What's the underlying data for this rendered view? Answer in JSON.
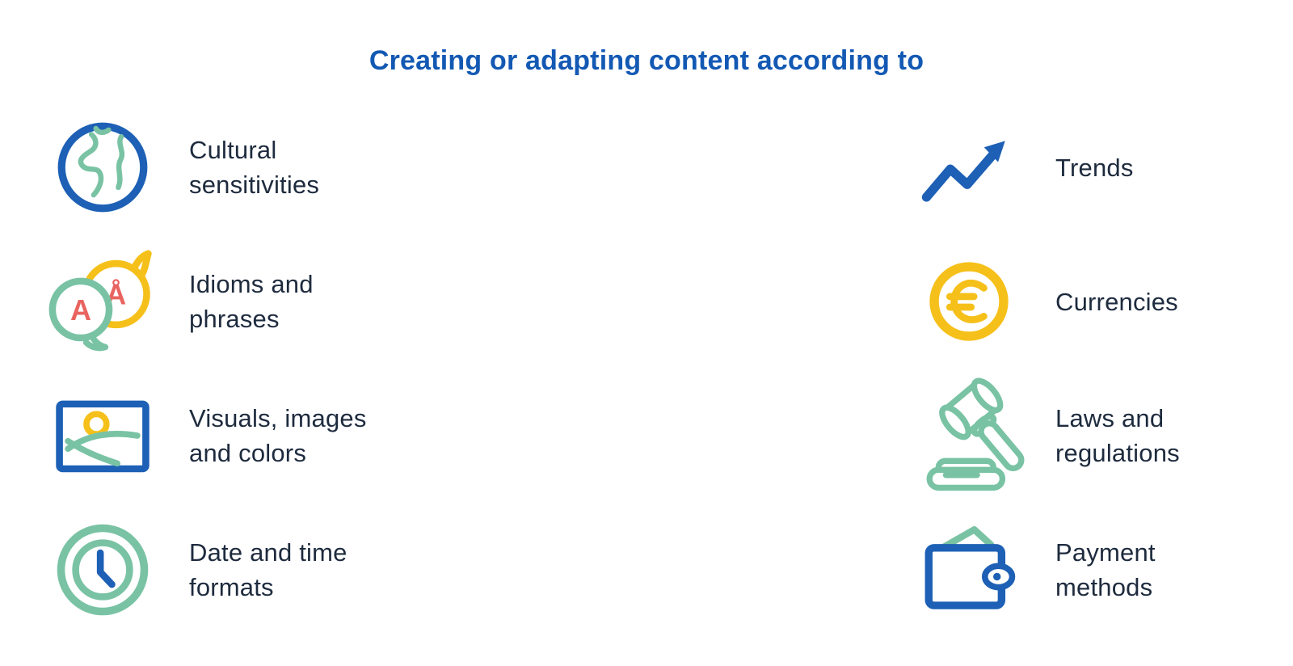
{
  "title": "Creating or adapting content according to",
  "colors": {
    "title_blue": "#1359b4",
    "icon_blue": "#1d60b5",
    "teal": "#79c3a4",
    "yellow": "#f6c01a",
    "coral": "#e96460",
    "text_navy": "#1e2b3e",
    "background": "#ffffff"
  },
  "left_column": {
    "items": [
      {
        "icon": "globe-icon",
        "label": "Cultural\nsensitivities"
      },
      {
        "icon": "speech-bubbles-icon",
        "label": "Idioms and\nphrases"
      },
      {
        "icon": "picture-icon",
        "label": "Visuals, images\nand colors"
      },
      {
        "icon": "clock-icon",
        "label": "Date and time\nformats"
      }
    ]
  },
  "right_column": {
    "items": [
      {
        "icon": "trend-arrow-icon",
        "label": "Trends"
      },
      {
        "icon": "euro-coin-icon",
        "label": "Currencies"
      },
      {
        "icon": "gavel-icon",
        "label": "Laws and\nregulations"
      },
      {
        "icon": "wallet-icon",
        "label": "Payment\nmethods"
      }
    ]
  },
  "bubble_letters": {
    "left_bubble": "A",
    "right_bubble": "Å"
  }
}
